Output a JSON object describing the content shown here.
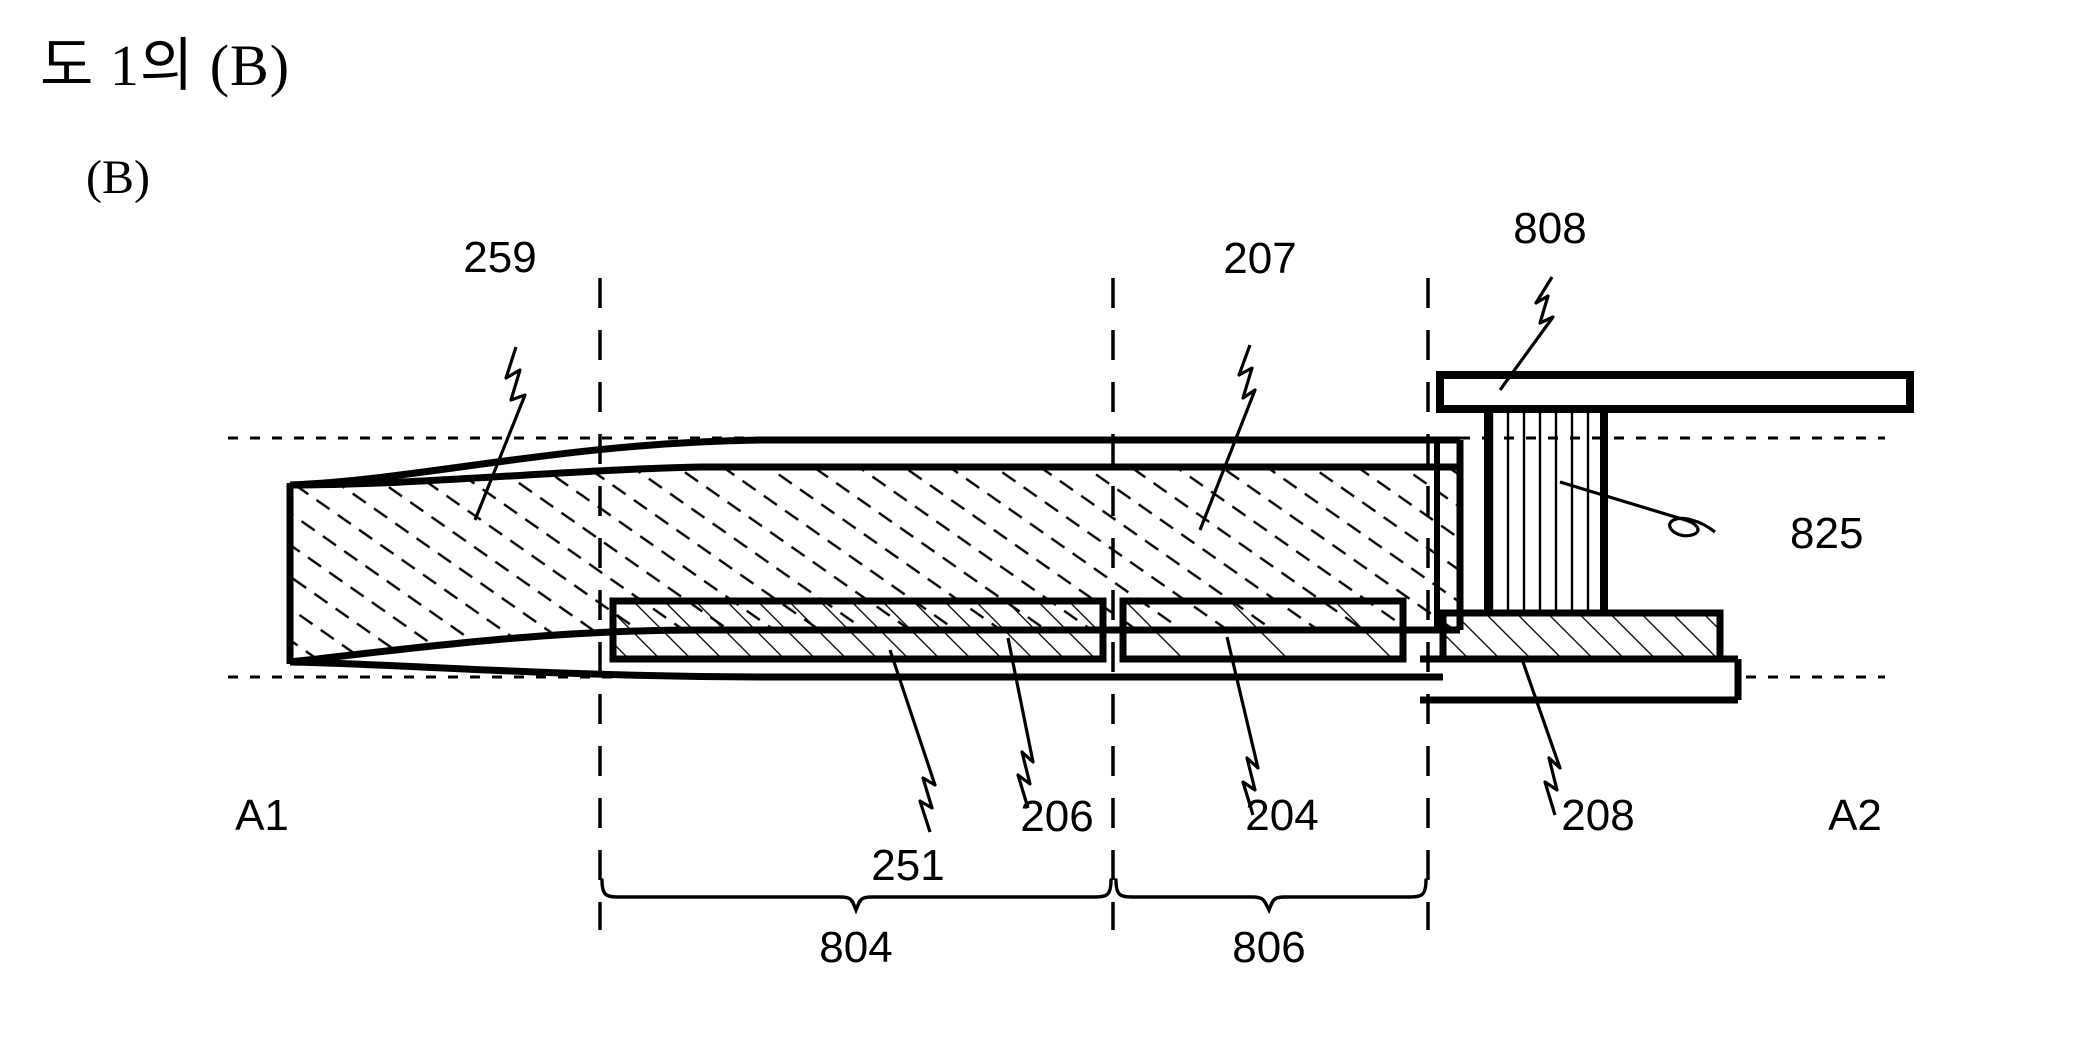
{
  "figure": {
    "title": "도 1의 (B)",
    "panel_label": "(B)"
  },
  "reference_numerals": {
    "sheath_tip": "259",
    "body_layer": "207",
    "lower_electrode_left": "251",
    "lower_electrode_right": "206",
    "second_layer": "204",
    "base_pad": "208",
    "top_plate": "808",
    "post_column": "825"
  },
  "section_markers": {
    "left": "A1",
    "right": "A2"
  },
  "dimensions": {
    "left_span": "804",
    "right_span": "806"
  },
  "colors": {
    "stroke": "#000000",
    "background": "#ffffff",
    "hatch": "#000000"
  }
}
